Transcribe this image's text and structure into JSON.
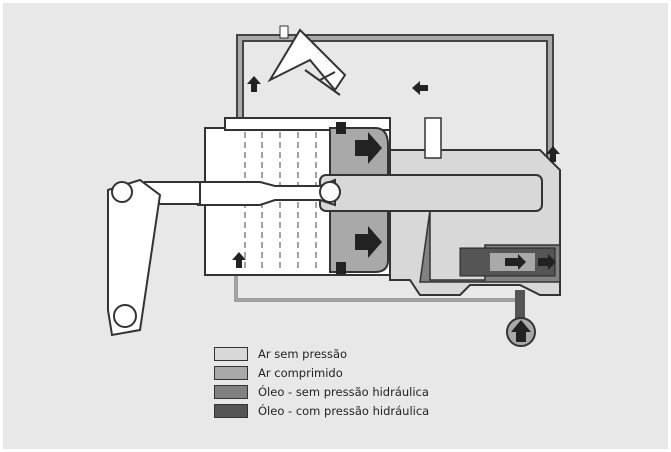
{
  "legend": [
    {
      "label": "Ar sem pressão",
      "color": "#d8d8d8"
    },
    {
      "label": "Ar comprimido",
      "color": "#a9a9a9"
    },
    {
      "label": "Óleo - sem pressão hidráulica",
      "color": "#818181"
    },
    {
      "label": "Óleo - com pressão hidráulica",
      "color": "#555555"
    }
  ]
}
